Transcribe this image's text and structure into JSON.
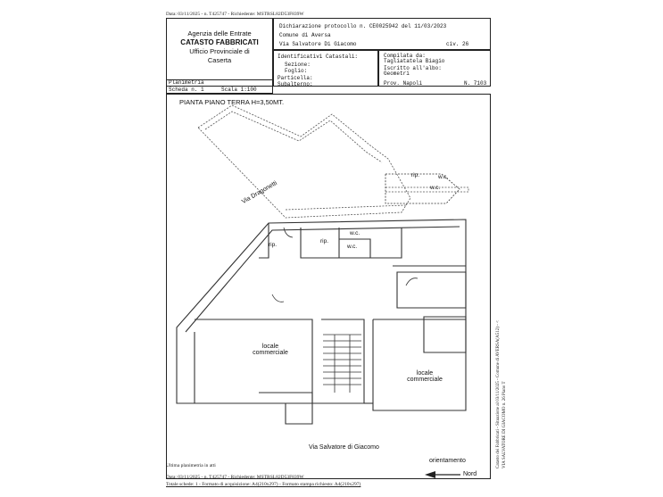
{
  "top_stamp": "Data: 03/11/2025 - n. T425747 - Richiedente: MSTRSL82D53F839W",
  "agency": {
    "line1": "Agenzia delle Entrate",
    "line2": "CATASTO FABBRICATI",
    "line3": "Ufficio Provinciale di",
    "line4": "Caserta"
  },
  "header": {
    "dichiarazione": "Dichiarazione protocollo n. CE0025942 del 11/03/2023",
    "comune": "Comune di Aversa",
    "via": "Via Salvatore Di Giacomo",
    "civ": "civ. 26",
    "identificativi": "Identificativi Catastali:",
    "sezione": "Sezione:",
    "foglio": "Foglio:",
    "particella": "Particella:",
    "subalterno": "Subalterno:",
    "compilata": "Compilata da:",
    "compilatore": "Tagliatatela Biagio",
    "iscritto": "Iscritto all'albo:",
    "albo": "Geometri",
    "prov": "Prov. Napoli",
    "numero": "N. 7103"
  },
  "planimetria": {
    "label": "Planimetria",
    "scheda": "Scheda n. 1",
    "scala": "Scala 1:100"
  },
  "plan": {
    "title": "PIANTA PIANO TERRA H=3,50MT.",
    "street_left": "Via Dragonetti",
    "street_bottom": "Via Salvatore di Giacomo",
    "rip1": "rip.",
    "rip2": "rip.",
    "rip3": "rip.",
    "wc1": "w.c.",
    "wc2": "w.c.",
    "wc3": "w.c.",
    "wc4": "w.c.",
    "locale_left_1": "locale",
    "locale_left_2": "commerciale",
    "locale_right_1": "locale",
    "locale_right_2": "commerciale",
    "orientamento": "orientamento",
    "nord": "Nord"
  },
  "footer": {
    "ultima": "Ultima planimetria in atti",
    "stamp2": "Data: 03/11/2025 - n. T425747 - Richiedente: MSTRSL82D53F839W",
    "stamp3": "Totale schede: 1 - Formato di acquisizione: A4(210x297) - Formato stampa richiesto: A4(210x297)"
  },
  "side_text": {
    "line1": "Catasto dei Fabbricati - Situazione al 03/11/2025 - Comune di AVERSA(A512) - <",
    "line2": "VIA SALVATORE DI GIACOMO n. 26 Piano T"
  }
}
